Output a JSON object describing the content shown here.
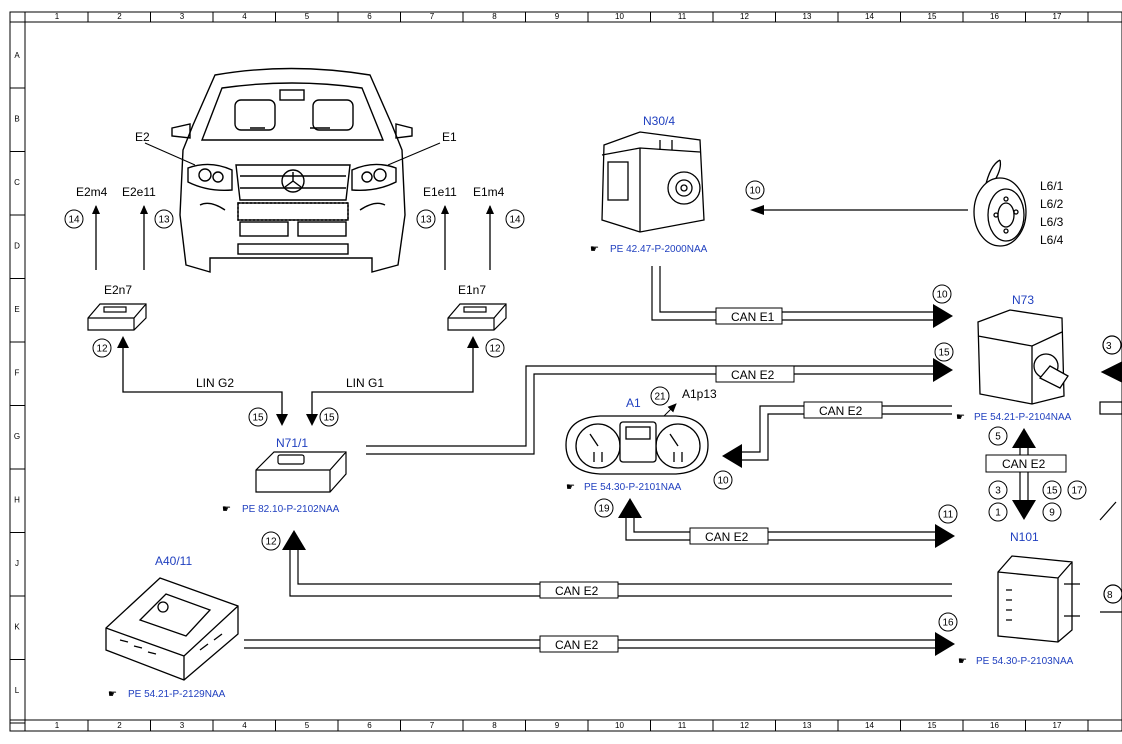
{
  "columns": [
    "1",
    "2",
    "3",
    "4",
    "5",
    "6",
    "7",
    "8",
    "9",
    "10",
    "11",
    "12",
    "13",
    "14",
    "15",
    "16",
    "17"
  ],
  "rows": [
    "A",
    "B",
    "C",
    "D",
    "E",
    "F",
    "G",
    "H",
    "J",
    "K",
    "L"
  ],
  "components": {
    "vehicle": {
      "labels": [
        "E2",
        "E1"
      ]
    },
    "e2m4": "E2m4",
    "e2e11": "E2e11",
    "e1e11": "E1e11",
    "e1m4": "E1m4",
    "e2n7": "E2n7",
    "e1n7": "E1n7",
    "n71": "N71/1",
    "n71_ref": "PE 82.10-P-2102NAA",
    "a40": "A40/11",
    "a40_ref": "PE 54.21-P-2129NAA",
    "n30": "N30/4",
    "n30_ref": "PE 42.47-P-2000NAA",
    "l6": [
      "L6/1",
      "L6/2",
      "L6/3",
      "L6/4"
    ],
    "a1": "A1",
    "a1p13": "A1p13",
    "a1_ref": "PE 54.30-P-2101NAA",
    "n73": "N73",
    "n73_ref": "PE 54.21-P-2104NAA",
    "n101": "N101",
    "n101_ref": "PE 54.30-P-2103NAA"
  },
  "buses": {
    "lin_g2": "LIN G2",
    "lin_g1": "LIN G1",
    "can_e1": "CAN E1",
    "can_e2": "CAN E2"
  },
  "circles": {
    "c14a": "14",
    "c13a": "13",
    "c13b": "13",
    "c14b": "14",
    "c12a": "12",
    "c12b": "12",
    "c15a": "15",
    "c15b": "15",
    "c10a": "10",
    "c10b": "10",
    "c15c": "15",
    "c10c": "10",
    "c21": "21",
    "c19": "19",
    "c11": "11",
    "c12c": "12",
    "c16": "16",
    "c5": "5",
    "c3a": "3",
    "c1": "1",
    "c15d": "15",
    "c17": "17",
    "c9": "9",
    "c3r": "3",
    "c8r": "8"
  },
  "icons": {
    "ref_icon": "pointing-hand-icon"
  }
}
